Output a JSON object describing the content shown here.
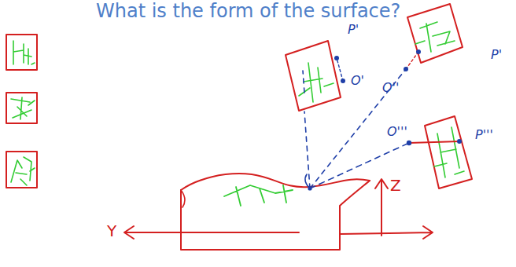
{
  "diagram": {
    "title": "What is the form of the surface?",
    "labels": [
      "P'",
      "P'",
      "O'",
      "O''",
      "O'''",
      "P'''",
      "Z",
      "Y"
    ]
  }
}
